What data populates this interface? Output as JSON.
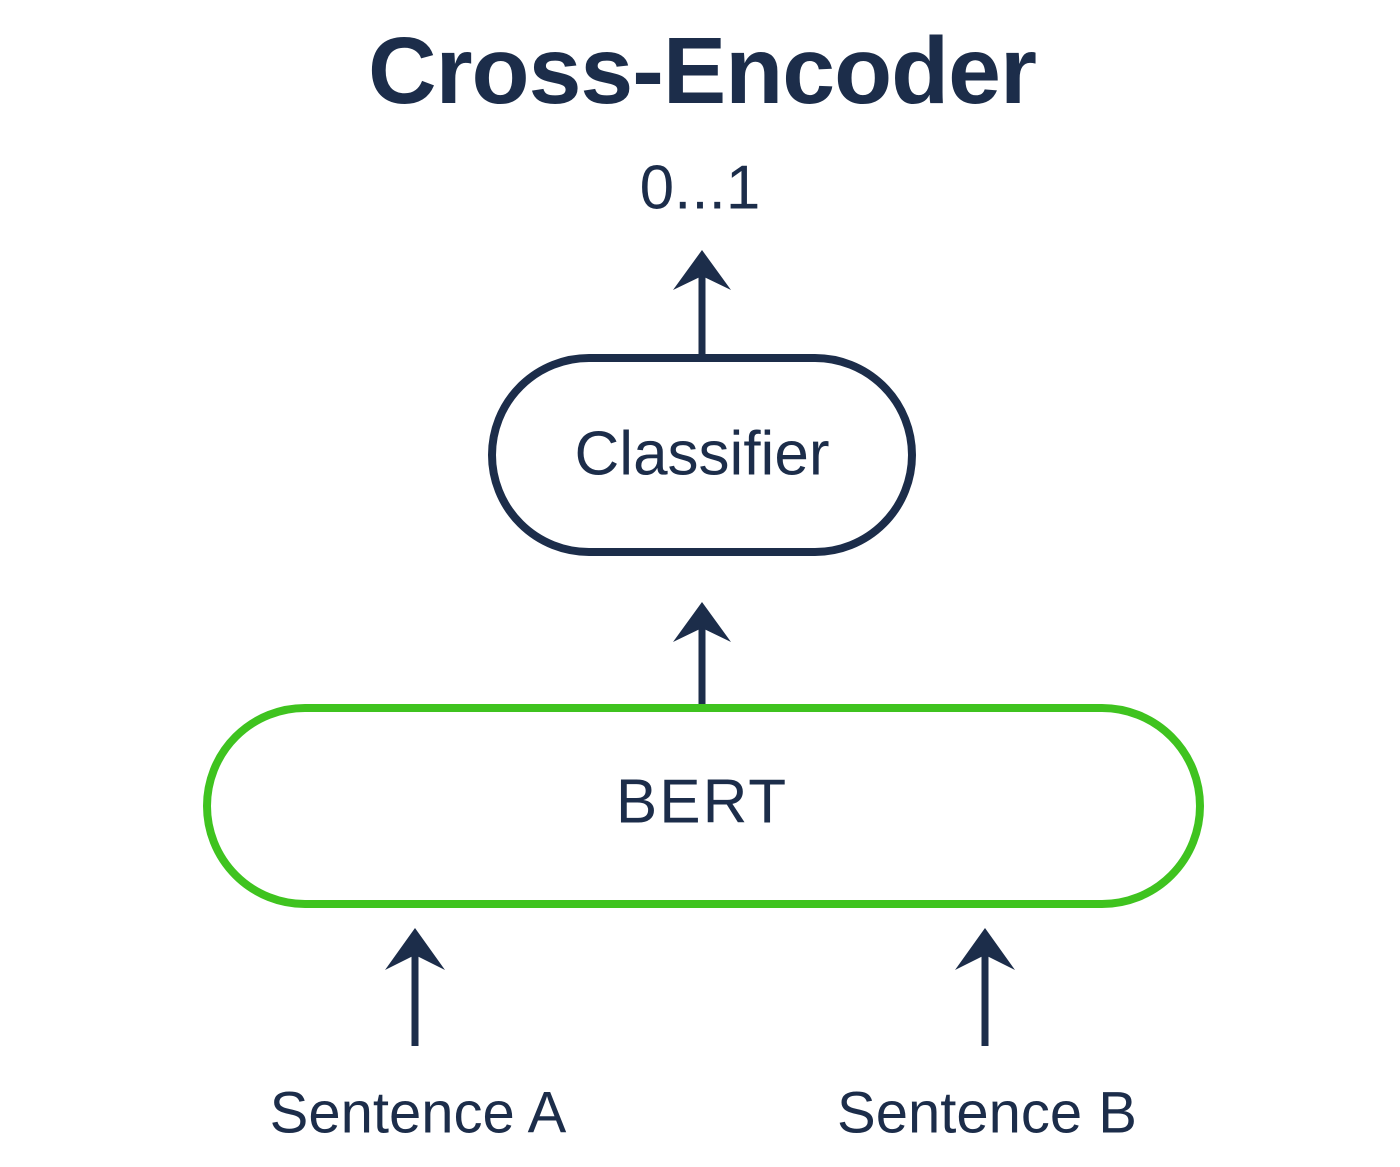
{
  "diagram": {
    "title": "Cross-Encoder",
    "output_label": "0...1",
    "nodes": [
      {
        "id": "classifier",
        "label": "Classifier",
        "shape": "pill",
        "border_color": "#1c2d4a"
      },
      {
        "id": "bert",
        "label": "BERT",
        "shape": "pill",
        "border_color": "#3fc31f"
      }
    ],
    "inputs": [
      {
        "id": "sentence-a",
        "label": "Sentence A"
      },
      {
        "id": "sentence-b",
        "label": "Sentence B"
      }
    ],
    "arrows": [
      {
        "id": "classifier-to-output",
        "from": "classifier",
        "to": "output-label",
        "direction": "up"
      },
      {
        "id": "bert-to-classifier",
        "from": "bert",
        "to": "classifier",
        "direction": "up"
      },
      {
        "id": "sentence-a-to-bert",
        "from": "sentence-a",
        "to": "bert",
        "direction": "up"
      },
      {
        "id": "sentence-b-to-bert",
        "from": "sentence-b",
        "to": "bert",
        "direction": "up"
      }
    ],
    "colors": {
      "background": "#ffffff",
      "ink": "#1c2d4a",
      "accent_green": "#3fc31f",
      "title": "#1c2d4a"
    }
  }
}
